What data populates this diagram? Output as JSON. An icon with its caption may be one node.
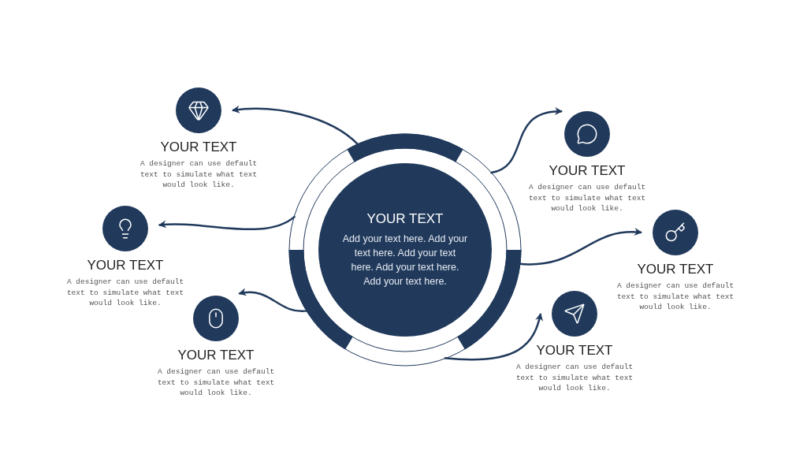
{
  "diagram": {
    "nodes": [
      {
        "text": [],
        "shape": "circle"
      },
      {
        "text": [
          "YOUR TEXT",
          "Add your text here. Add your text here. Add your text here. Add your text here. Add your text here."
        ],
        "in": 0
      },
      {
        "text": [
          "YOUR TEXT",
          "A designer can use default text to simulate what text would look like."
        ]
      },
      {
        "text": [
          "YOUR TEXT",
          "A designer can use default text to simulate what text would look like."
        ]
      },
      {
        "text": [
          "YOUR TEXT",
          "A designer can use default text to simulate what text would look like."
        ]
      },
      {
        "text": [
          "YOUR TEXT",
          "A designer can use default text to simulate what text would look like."
        ]
      },
      {
        "text": [
          "YOUR TEXT",
          "A designer can use default text to simulate what text would look like."
        ]
      },
      {
        "text": [
          "YOUR TEXT",
          "A designer can use default text to simulate what text would look like."
        ]
      }
    ],
    "edges": [
      {
        "from": 0,
        "to": 2,
        "arrow": "to"
      },
      {
        "from": 0,
        "to": 3,
        "arrow": "to"
      },
      {
        "from": 0,
        "to": 4,
        "arrow": "to"
      },
      {
        "from": 0,
        "to": 5,
        "arrow": "to"
      },
      {
        "from": 0,
        "to": 6,
        "arrow": "to"
      },
      {
        "from": 0,
        "to": 7,
        "arrow": "to"
      }
    ]
  }
}
